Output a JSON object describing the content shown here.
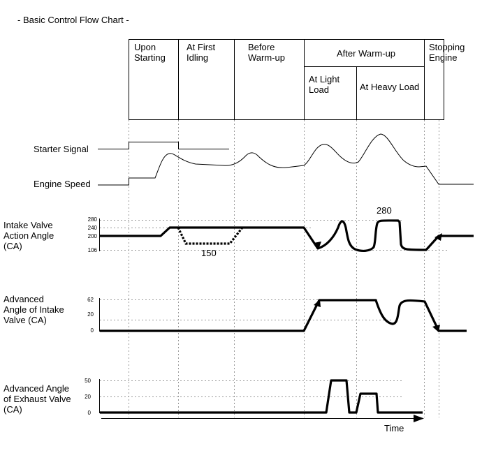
{
  "title": "- Basic Control Flow Chart -",
  "phases": {
    "upon_starting": "Upon\nStarting",
    "at_first_idling": "At First\nIdling",
    "before_warmup": "Before\nWarm-up",
    "after_warmup": "After Warm-up",
    "at_light_load": "At Light\nLoad",
    "at_heavy_load": "At Heavy Load",
    "stopping_engine": "Stopping\nEngine"
  },
  "signals": {
    "starter_signal": "Starter Signal",
    "engine_speed": "Engine Speed"
  },
  "intake_action": {
    "label": "Intake Valve\nAction Angle\n(CA)",
    "ticks": [
      "280",
      "240",
      "200",
      "106"
    ],
    "annot_150": "150",
    "annot_280": "280"
  },
  "intake_advance": {
    "label": "Advanced\nAngle of Intake\nValve (CA)",
    "ticks": [
      "62",
      "20",
      "0"
    ]
  },
  "exhaust_advance": {
    "label": "Advanced Angle\nof Exhaust Valve\n(CA)",
    "ticks": [
      "50",
      "20",
      "0"
    ]
  },
  "time_label": "Time"
}
